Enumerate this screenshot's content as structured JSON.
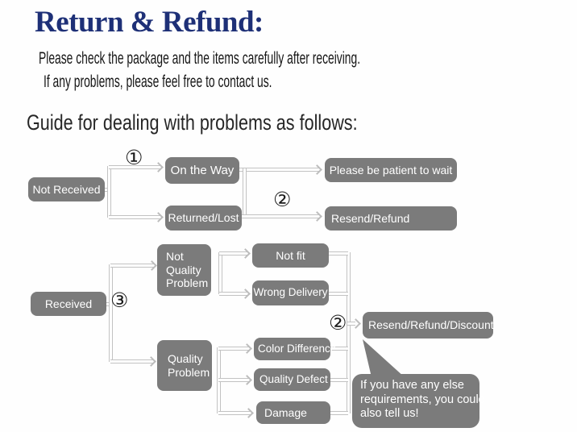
{
  "header": {
    "title": "Return & Refund:",
    "line1": "Please check the package and the items carefully after receiving.",
    "line2": "If any problems, please feel free to contact us.",
    "guide": "Guide for dealing with problems as follows:"
  },
  "colors": {
    "title_navy": "#1e3077",
    "node_gray": "#7b7b7b",
    "connector_gray": "#c2c2c2",
    "node_text": "#ffffff",
    "body_text": "#151515"
  },
  "flow": {
    "markers": {
      "m1": "①",
      "m2": "②",
      "m3": "③",
      "m4": "②"
    },
    "nodes": {
      "not_received": "Not Received",
      "on_the_way": "On the Way",
      "returned_lost": "Returned/Lost",
      "be_patient": "Please be patient to wait",
      "resend_refund": "Resend/Refund",
      "received": "Received",
      "not_quality_l1": "Not",
      "not_quality_l2": "Quality",
      "not_quality_l3": "Problem",
      "quality_l1": "Quality",
      "quality_l2": "Problem",
      "not_fit": "Not fit",
      "wrong_delivery": "Wrong Delivery",
      "color_difference": "Color Difference",
      "quality_defect": "Quality Defect",
      "damage": "Damage",
      "resend_refund_discount": "Resend/Refund/Discount"
    },
    "bubble": {
      "l1": "If you have any else",
      "l2": "requirements, you could",
      "l3": "also tell us!"
    }
  }
}
